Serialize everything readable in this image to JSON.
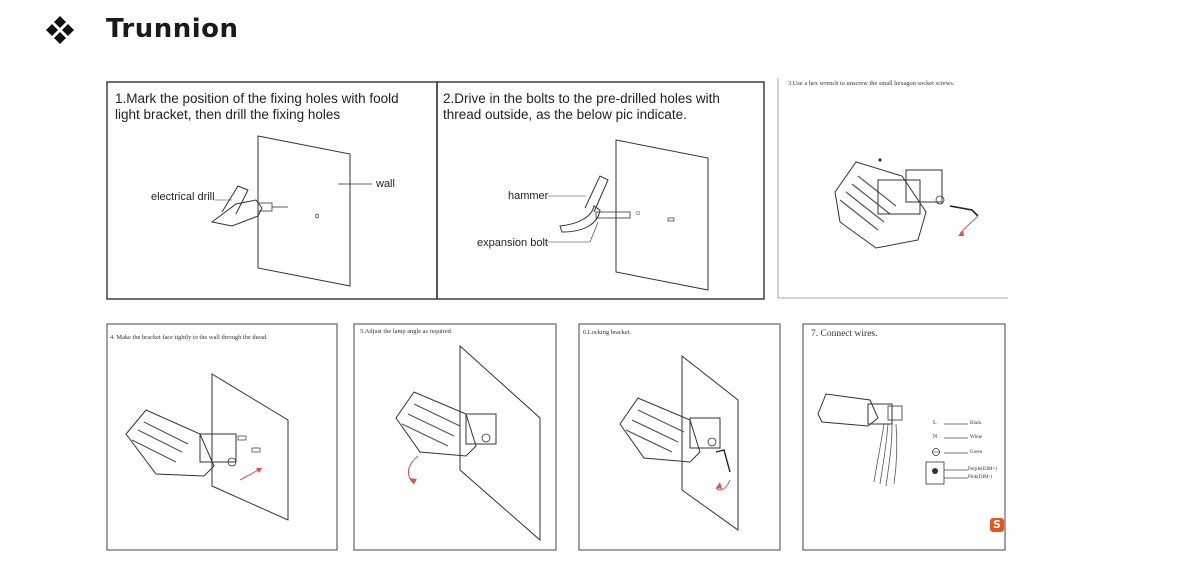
{
  "header": {
    "icon": "four-diamond-icon",
    "title": "Trunnion"
  },
  "steps": [
    {
      "caption": "1.Mark the position of the fixing holes with foold light bracket, then drill the fixing holes",
      "labels": {
        "drill": "electrical drill",
        "wall": "wall"
      }
    },
    {
      "caption": "2.Drive in the bolts to the pre-drilled holes with thread outside, as the below pic indicate.",
      "labels": {
        "hammer": "hammer",
        "bolt": "expansion bolt"
      }
    },
    {
      "caption": "3.Use a hex wrench to unscrew the small hexagon socket screws."
    },
    {
      "caption": "4. Make the bracket face tightly to the wall through the thead."
    },
    {
      "caption": "5.Adjust the lamp angle as required."
    },
    {
      "caption": "6.Locking bracket."
    },
    {
      "caption": "7. Connect wires.",
      "wires": {
        "l_mark": "L",
        "n_mark": "N",
        "black": "Black",
        "white": "White",
        "green": "Green",
        "purple": "Purple(DIM+)",
        "pink": "Pink(DIM-)"
      }
    }
  ],
  "colors": {
    "line": "#333333",
    "arrow": "#d9534f",
    "logo": "#e2561d"
  },
  "logo_text": "S"
}
